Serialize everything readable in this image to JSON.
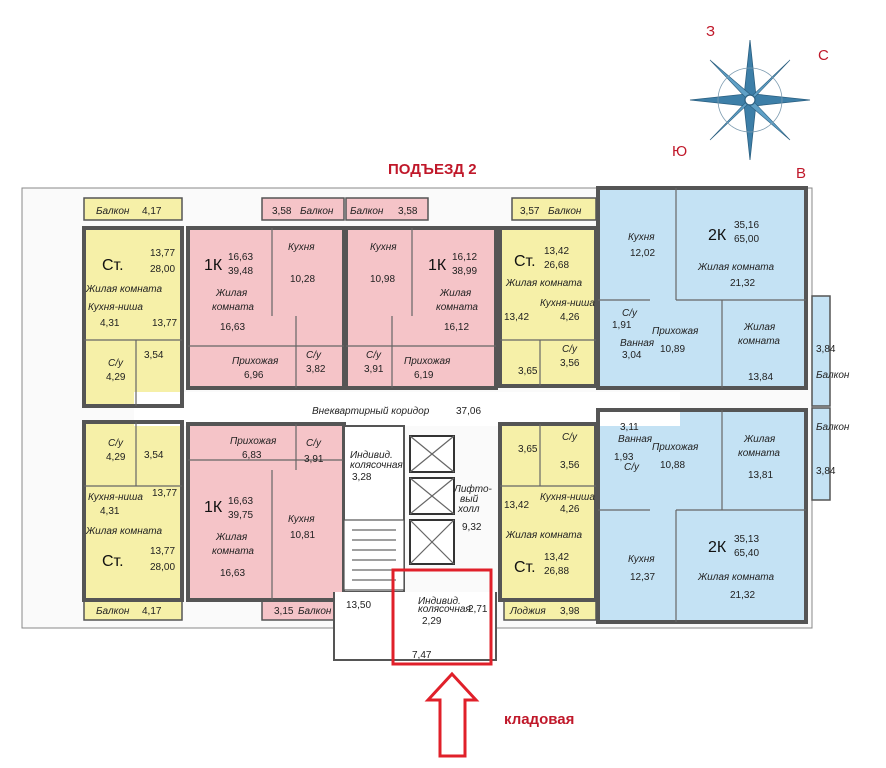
{
  "title": "ПОДЪЕЗД 2",
  "storage_label": "кладовая",
  "compass": {
    "n": "З",
    "e": "С",
    "s": "В",
    "w": "Ю"
  },
  "colors": {
    "studio": "#f6f0a8",
    "one_room": "#f5c4c8",
    "two_room": "#c4e2f4",
    "accent": "#e0202a"
  },
  "corridor": {
    "label": "Внеквартирный коридор",
    "area": "37,06"
  },
  "core": {
    "lift_label1": "Лифто-",
    "lift_label2": "вый",
    "lift_label3": "холл",
    "lift_area": "9,32",
    "wc1_label1": "Индивид.",
    "wc1_label2": "колясочная",
    "wc1_area": "3,28",
    "wc2_label1": "Индивид.",
    "wc2_label2": "колясочная",
    "wc2_area": "2,29",
    "stair_area": "13,50",
    "s271": "2,71",
    "s747": "7,47"
  },
  "apartments": {
    "st_tl": {
      "type": "Ст.",
      "living": "13,77",
      "total": "28,00",
      "room_label": "Жилая комната",
      "niche_label": "Кухня-ниша",
      "niche": "4,31",
      "room": "13,77",
      "bath_label": "С/у",
      "bath": "4,29",
      "hall": "3,54",
      "balcony_label": "Балкон",
      "balcony": "4,17"
    },
    "st_bl": {
      "type": "Ст.",
      "living": "13,77",
      "total": "28,00",
      "room_label": "Жилая комната",
      "niche_label": "Кухня-ниша",
      "niche": "4,31",
      "room": "13,77",
      "bath_label": "С/у",
      "bath": "4,29",
      "hall": "3,54",
      "balcony_label": "Балкон",
      "balcony": "4,17"
    },
    "k1_tl": {
      "type": "1К",
      "living": "16,63",
      "total": "39,48",
      "room_label1": "Жилая",
      "room_label2": "комната",
      "room": "16,63",
      "hall_label": "Прихожая",
      "hall": "6,96",
      "kitchen_label": "Кухня",
      "kitchen": "10,28",
      "bath_label": "С/у",
      "bath": "3,82",
      "balcony_label": "Балкон",
      "balcony": "3,58"
    },
    "k1_tr": {
      "type": "1К",
      "living": "16,12",
      "total": "38,99",
      "room_label1": "Жилая",
      "room_label2": "комната",
      "room": "16,12",
      "hall_label": "Прихожая",
      "hall": "6,19",
      "kitchen_label": "Кухня",
      "kitchen": "10,98",
      "bath_label": "С/у",
      "bath": "3,91",
      "balcony_label": "Балкон",
      "balcony": "3,58"
    },
    "k1_bl": {
      "type": "1К",
      "living": "16,63",
      "total": "39,75",
      "room_label1": "Жилая",
      "room_label2": "комната",
      "room": "16,63",
      "hall_label": "Прихожая",
      "hall": "6,83",
      "kitchen_label": "Кухня",
      "kitchen": "10,81",
      "bath_label": "С/у",
      "bath": "3,91",
      "balcony_label": "Балкон",
      "balcony": "3,15"
    },
    "st_tr": {
      "type": "Ст.",
      "living": "13,42",
      "total": "26,68",
      "room_label": "Жилая комната",
      "niche_label": "Кухня-ниша",
      "niche": "4,26",
      "room": "13,42",
      "bath_label": "С/у",
      "bath": "3,56",
      "hall": "3,65",
      "balcony_label": "Балкон",
      "balcony": "3,57"
    },
    "st_br": {
      "type": "Ст.",
      "living": "13,42",
      "total": "26,88",
      "room_label": "Жилая комната",
      "niche_label": "Кухня-ниша",
      "niche": "4,26",
      "room": "13,42",
      "bath_label": "С/у",
      "bath": "3,56",
      "hall": "3,65",
      "balcony_label": "Лоджия",
      "balcony": "3,98"
    },
    "k2_top": {
      "type": "2К",
      "living": "35,16",
      "total": "65,00",
      "kitchen_label": "Кухня",
      "kitchen": "12,02",
      "room_label": "Жилая комната",
      "room": "21,32",
      "room2_label1": "Жилая",
      "room2_label2": "комната",
      "room2": "13,84",
      "hall_label": "Прихожая",
      "hall": "10,89",
      "wc_label": "С/у",
      "wc": "1,91",
      "bath_label": "Ванная",
      "bath": "3,04",
      "balcony_label": "Балкон",
      "balcony": "3,84"
    },
    "k2_bot": {
      "type": "2К",
      "living": "35,13",
      "total": "65,40",
      "kitchen_label": "Кухня",
      "kitchen": "12,37",
      "room_label": "Жилая комната",
      "room": "21,32",
      "room2_label1": "Жилая",
      "room2_label2": "комната",
      "room2": "13,81",
      "hall_label": "Прихожая",
      "hall": "10,88",
      "wc_label": "С/у",
      "wc": "1,93",
      "bath_label": "Ванная",
      "bath": "3,11",
      "balcony_label": "Балкон",
      "balcony": "3,84"
    }
  }
}
